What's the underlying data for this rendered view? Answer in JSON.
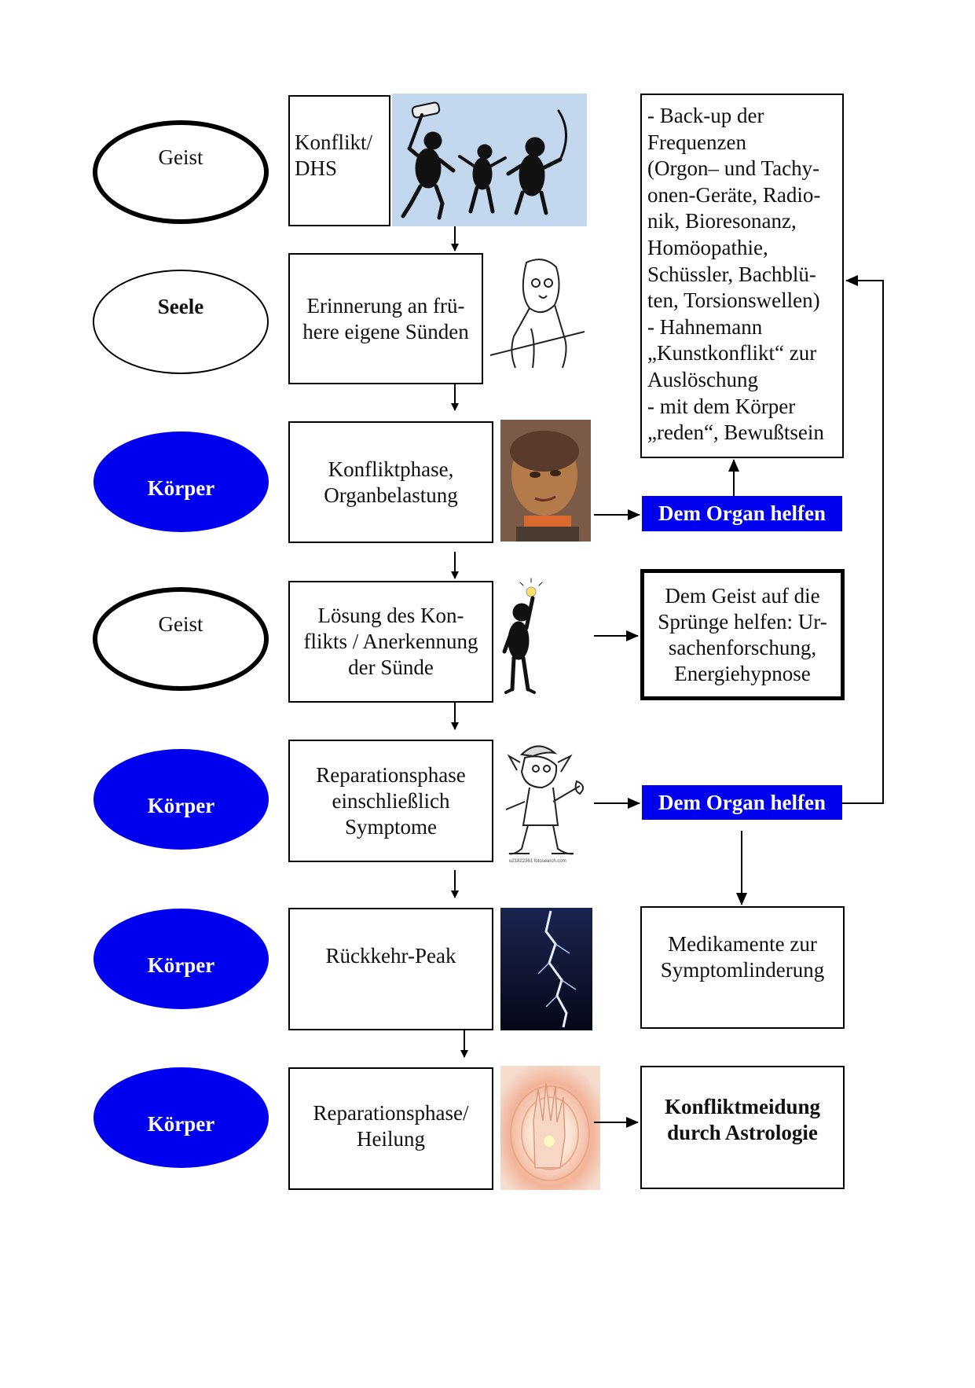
{
  "ovals": {
    "row1": "Geist",
    "row2": "Seele",
    "row3": "Körper",
    "row4": "Geist",
    "row5": "Körper",
    "row6": "Körper",
    "row7": "Körper"
  },
  "steps": {
    "row1": "Konflikt/ DHS",
    "row2": "Erinnerung an frü- here eigene Sünden",
    "row3": "Konfliktphase, Organbelastung",
    "row4": "Lösung des Kon- flikts / Anerkennung der Sünde",
    "row5": "Reparationsphase einschließlich Symptome",
    "row6": "Rückkehr-Peak",
    "row7": "Reparationsphase/ Heilung"
  },
  "side": {
    "backup_lines": [
      "- Back-up der",
      "Frequenzen",
      "(Orgon– und Tachy-",
      "onen-Geräte, Radio-",
      "nik, Bioresonanz,",
      "Homöopathie,",
      "Schüssler, Bachblü-",
      "ten, Torsionswellen)",
      "- Hahnemann",
      "„Kunstkonflikt“ zur",
      "Auslöschung",
      "- mit dem Körper",
      "„reden“, Bewußtsein"
    ],
    "organ_help_1": "Dem Organ helfen",
    "geist_help": "Dem Geist auf die Sprünge helfen: Ur- sachenforschung, Energiehypnose",
    "organ_help_2": "Dem Organ helfen",
    "medikamente": "Medikamente zur Symptomlinderung",
    "astrologie": "Konfliktmeidung durch Astrologie"
  },
  "images": {
    "row1": "fighting-figures-picture",
    "row2": "worried-man-sketch",
    "row3": "carved-head-photo",
    "row4": "idea-figure-picture",
    "row5": "mechanic-cartoon",
    "row6": "lightning-photo",
    "row7": "glowing-hand-picture"
  },
  "colors": {
    "blue": "#0000ee",
    "pic_bg": "#c3d8ee"
  }
}
